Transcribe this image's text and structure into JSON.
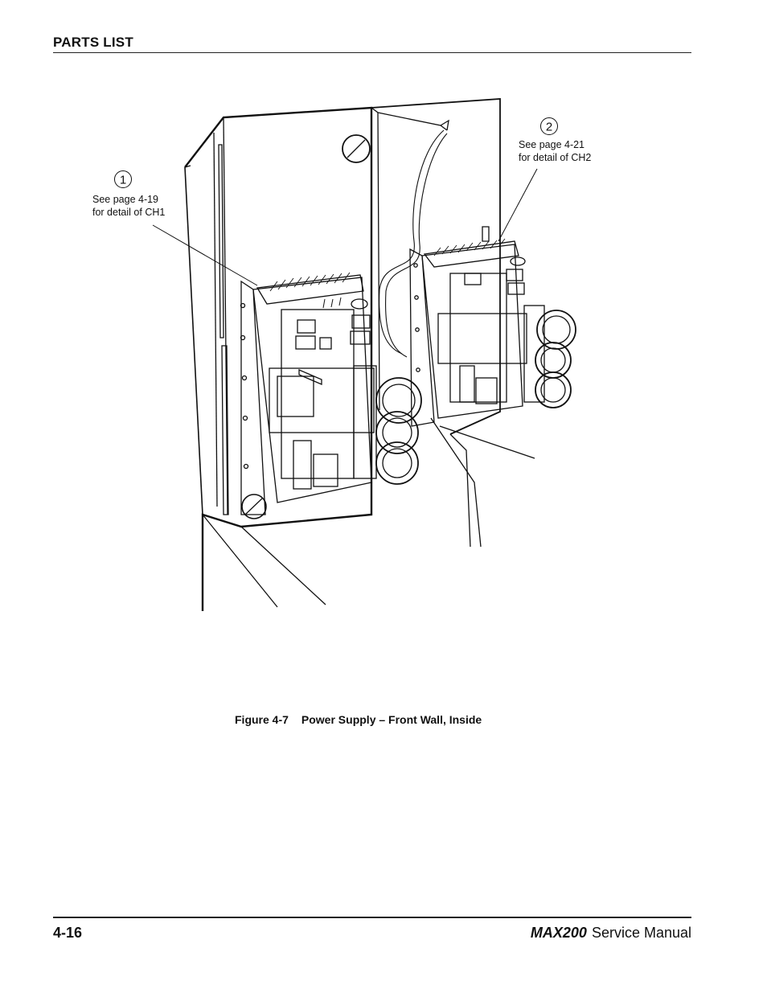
{
  "header": {
    "section_title": "PARTS LIST"
  },
  "figure": {
    "callouts": [
      {
        "number": "1",
        "line1": "See page 4-19",
        "line2": "for detail of CH1"
      },
      {
        "number": "2",
        "line1": "See page 4-21",
        "line2": "for detail of CH2"
      }
    ],
    "caption_label": "Figure 4-7",
    "caption_text": "Power Supply – Front Wall, Inside"
  },
  "footer": {
    "page_number": "4-16",
    "product": "MAX200",
    "manual": "Service Manual"
  }
}
